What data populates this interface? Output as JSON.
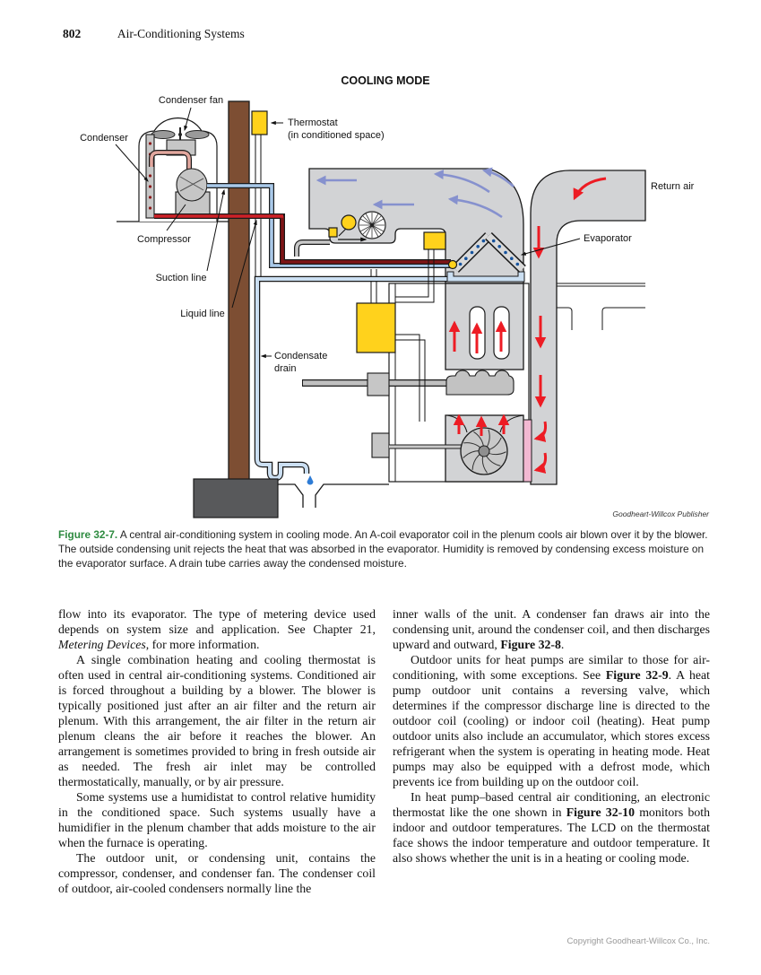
{
  "page": {
    "number": "802",
    "header_title": "Air-Conditioning Systems",
    "footer": "Copyright Goodheart-Willcox Co., Inc."
  },
  "figure": {
    "title": "COOLING MODE",
    "credit": "Goodheart-Willcox Publisher",
    "caption_label": "Figure 32-7.",
    "caption_text": " A central air-conditioning system in cooling mode. An A-coil evaporator coil in the plenum cools air blown over it by the blower. The outside condensing unit rejects the heat that was absorbed in the evaporator. Humidity is removed by condensing excess moisture on the evaporator surface. A drain tube carries away the condensed moisture.",
    "labels": {
      "condenser_fan": "Condenser fan",
      "condenser": "Condenser",
      "compressor": "Compressor",
      "suction_line": "Suction line",
      "liquid_line": "Liquid line",
      "thermostat_line1": "Thermostat",
      "thermostat_line2": "(in conditioned space)",
      "return_air": "Return air",
      "evaporator": "Evaporator",
      "condensate_line1": "Condensate",
      "condensate_line2": "drain"
    },
    "colors": {
      "c-duct": "#d2d3d5",
      "c-wall": "#7d4e33",
      "c-yellow": "#ffd21c",
      "c-liquid-red": "#cf2127",
      "c-liquid-dark": "#7e1416",
      "c-suction-blue": "#a9c9e9",
      "c-condensate": "#cbdff2",
      "c-arrow-red": "#ed1c24",
      "c-arrow-blue": "#8691ce",
      "c-filter-pink": "#f2b8d2",
      "c-green": "#2e8b40",
      "c-foundation": "#58595b"
    }
  },
  "article": {
    "left_column": [
      {
        "indent": false,
        "seg": [
          {
            "t": "flow into its evaporator. The type of metering device used depends on system size and application. See Chapter 21, "
          },
          {
            "t": "Metering Devices",
            "i": 1
          },
          {
            "t": ", for more information."
          }
        ]
      },
      {
        "indent": true,
        "seg": [
          {
            "t": "A single combination heating and cooling thermostat is often used in central air-conditioning systems. Conditioned air is forced throughout a building by a blower. The blower is typically positioned just after an air filter and the return air plenum. With this arrangement, the air filter in the return air plenum cleans the air before it reaches the blower. An arrangement is sometimes provided to bring in fresh outside air as needed. The fresh air inlet may be controlled thermostatically, manually, or by air pressure."
          }
        ]
      },
      {
        "indent": true,
        "seg": [
          {
            "t": "Some systems use a humidistat to control relative humidity in the conditioned space. Such systems usually have a humidifier in the plenum chamber that adds moisture to the air when the furnace is operating."
          }
        ]
      },
      {
        "indent": true,
        "seg": [
          {
            "t": "The outdoor unit, or condensing unit, contains the compressor, condenser, and condenser fan. The condenser coil of outdoor, air-cooled condensers normally line the"
          }
        ]
      }
    ],
    "right_column": [
      {
        "indent": false,
        "seg": [
          {
            "t": "inner walls of the unit. A condenser fan draws air into the condensing unit, around the condenser coil, and then discharges upward and outward, "
          },
          {
            "t": "Figure 32-8",
            "b": 1
          },
          {
            "t": "."
          }
        ]
      },
      {
        "indent": true,
        "seg": [
          {
            "t": "Outdoor units for heat pumps are similar to those for air-conditioning, with some exceptions. See "
          },
          {
            "t": "Figure 32-9",
            "b": 1
          },
          {
            "t": ". A heat pump outdoor unit contains a reversing valve, which determines if the compressor discharge line is directed to the outdoor coil (cooling) or indoor coil (heating). Heat pump outdoor units also include an accumulator, which stores excess refrigerant when the system is operating in heating mode. Heat pumps may also be equipped with a defrost mode, which prevents ice from building up on the outdoor coil."
          }
        ]
      },
      {
        "indent": true,
        "seg": [
          {
            "t": "In heat pump–based central air conditioning, an electronic thermostat like the one shown in "
          },
          {
            "t": "Figure 32-10",
            "b": 1
          },
          {
            "t": " monitors both indoor and outdoor temperatures. The LCD on the thermostat face shows the indoor temperature and outdoor temperature. It also shows whether the unit is in a heating or cooling mode."
          }
        ]
      }
    ]
  }
}
